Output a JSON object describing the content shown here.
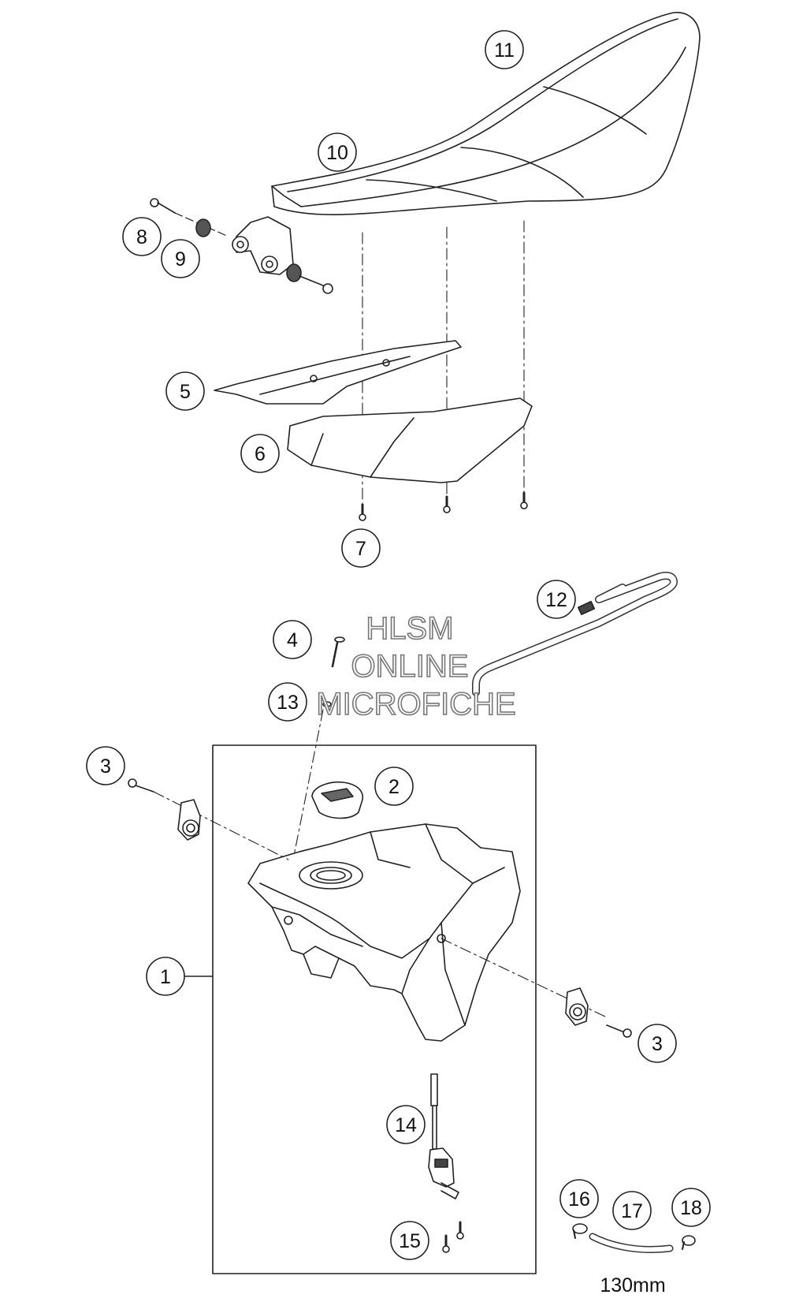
{
  "callouts": [
    {
      "id": "1",
      "label": "1"
    },
    {
      "id": "2",
      "label": "2"
    },
    {
      "id": "3a",
      "label": "3"
    },
    {
      "id": "3b",
      "label": "3"
    },
    {
      "id": "4",
      "label": "4"
    },
    {
      "id": "5",
      "label": "5"
    },
    {
      "id": "6",
      "label": "6"
    },
    {
      "id": "7",
      "label": "7"
    },
    {
      "id": "8",
      "label": "8"
    },
    {
      "id": "9",
      "label": "9"
    },
    {
      "id": "10",
      "label": "10"
    },
    {
      "id": "11",
      "label": "11"
    },
    {
      "id": "12",
      "label": "12"
    },
    {
      "id": "13",
      "label": "13"
    },
    {
      "id": "14",
      "label": "14"
    },
    {
      "id": "15",
      "label": "15"
    },
    {
      "id": "16",
      "label": "16"
    },
    {
      "id": "17",
      "label": "17"
    },
    {
      "id": "18",
      "label": "18"
    }
  ],
  "watermark": {
    "line1": "HLSM",
    "line2": "ONLINE",
    "line3": "MICROFICHE"
  },
  "hose_length": "130mm"
}
